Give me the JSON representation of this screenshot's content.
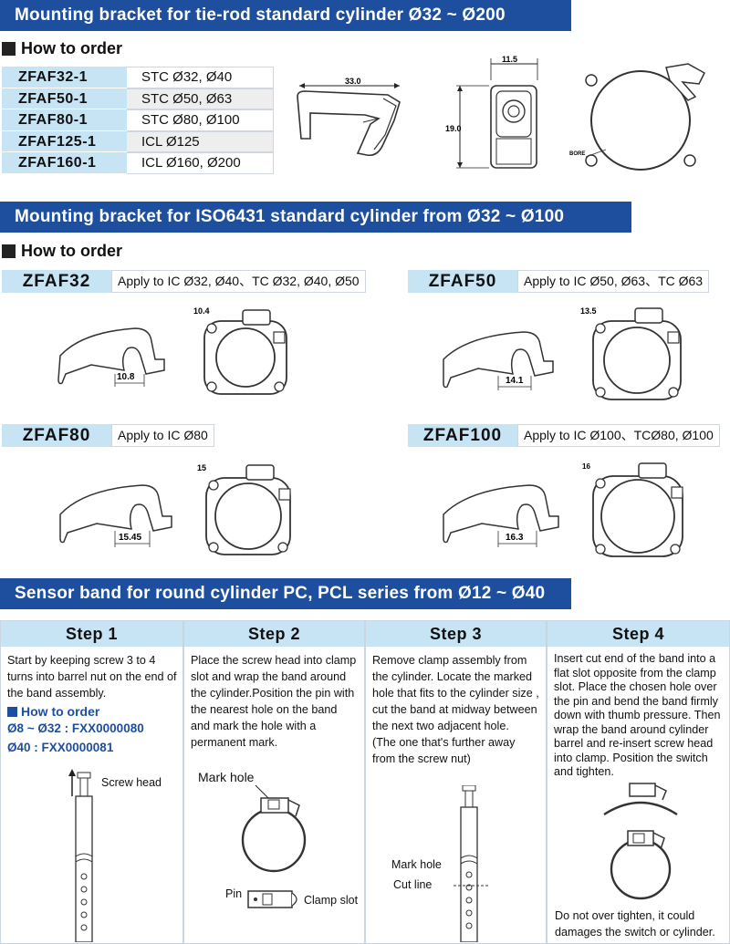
{
  "section1": {
    "banner": "Mounting bracket for tie-rod standard cylinder Ø32 ~ Ø200",
    "how_to_order": "How to order",
    "rows": [
      {
        "code": "ZFAF32-1",
        "desc": "STC Ø32, Ø40"
      },
      {
        "code": "ZFAF50-1",
        "desc": "STC Ø50, Ø63"
      },
      {
        "code": "ZFAF80-1",
        "desc": "STC Ø80, Ø100"
      },
      {
        "code": "ZFAF125-1",
        "desc": "ICL Ø125"
      },
      {
        "code": "ZFAF160-1",
        "desc": "ICL Ø160, Ø200"
      }
    ],
    "dims": {
      "width": "33.0",
      "top": "11.5",
      "height": "19.0",
      "bore": "BORE"
    }
  },
  "section2": {
    "banner": "Mounting bracket for ISO6431 standard cylinder from Ø32 ~ Ø100",
    "how_to_order": "How to order",
    "models": [
      {
        "code": "ZFAF32",
        "desc": "Apply to IC Ø32, Ø40、TC Ø32, Ø40, Ø50",
        "dim_a": "10.8",
        "dim_b": "10.4"
      },
      {
        "code": "ZFAF50",
        "desc": "Apply to IC Ø50, Ø63、TC Ø63",
        "dim_a": "14.1",
        "dim_b": "13.5"
      },
      {
        "code": "ZFAF80",
        "desc": "Apply to IC Ø80",
        "dim_a": "15.45",
        "dim_b": "15"
      },
      {
        "code": "ZFAF100",
        "desc": "Apply to IC Ø100、TCØ80, Ø100",
        "dim_a": "16.3",
        "dim_b": "16"
      }
    ]
  },
  "section3": {
    "banner": "Sensor band for round cylinder PC, PCL series from Ø12 ~ Ø40",
    "steps": [
      {
        "title": "Step 1",
        "text": "Start by keeping screw 3 to 4 turns into barrel nut on the end of the band assembly."
      },
      {
        "title": "Step 2",
        "text": "Place the screw head into clamp slot and wrap the band around the cylinder.Position the pin with the nearest hole on the band and mark the hole with a permanent mark."
      },
      {
        "title": "Step 3",
        "text": "Remove clamp assembly from the cylinder. Locate the marked hole that fits to the cylinder size , cut the band at midway between the next two adjacent hole.",
        "note": "(The one that's further away from the screw nut)"
      },
      {
        "title": "Step 4",
        "text": "Insert cut end of the band into a flat slot opposite from the clamp slot. Place the chosen hole over the pin and bend the band firmly down with thumb pressure. Then wrap the band around cylinder barrel and re-insert screw head into clamp. Position the switch and tighten.",
        "warning": "Do not over tighten, it could damages the switch or cylinder."
      }
    ],
    "order": {
      "title": "How to order",
      "line1": "Ø8 ~ Ø32 : FXX0000080",
      "line2": "Ø40 : FXX0000081"
    },
    "labels": {
      "screw_head": "Screw head",
      "mark_hole": "Mark hole",
      "pin": "Pin",
      "clamp_slot": "Clamp slot",
      "mark_hole_3": "Mark hole",
      "cut_line": "Cut line"
    }
  }
}
